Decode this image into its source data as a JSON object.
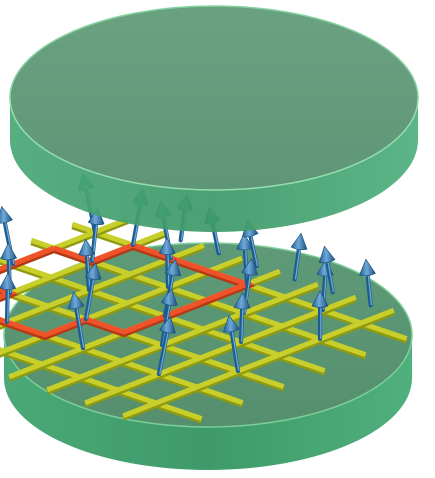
{
  "diagram": {
    "colors": {
      "background": "#ffffff",
      "plate_side": "#3f9c6a",
      "plate_top": "#5c9a76",
      "plate_edge": "#7ccf98",
      "rod": "#c9cf2a",
      "rod_shadow": "#8f9a10",
      "highlight_path": "#f0532a",
      "arrow": "#2e6fa8",
      "arrow_tip": "#1f5f95",
      "arrow_shade": "#8fc0e2"
    },
    "components": [
      "top-plate",
      "bottom-plate",
      "square-lattice",
      "highlighted-loop",
      "spin-arrows"
    ]
  }
}
